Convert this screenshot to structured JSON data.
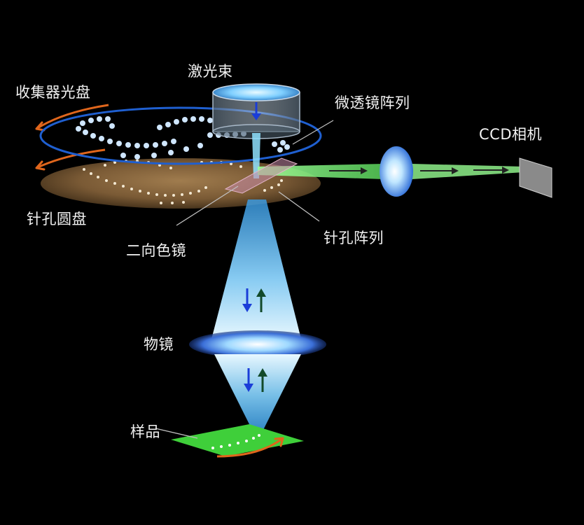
{
  "labels": {
    "laser_beam": "激光束",
    "collector_disk": "收集器光盘",
    "microlens_array": "微透镜阵列",
    "ccd_camera": "CCD相机",
    "pinhole_disk": "针孔圆盘",
    "pinhole_array": "针孔阵列",
    "dichroic_mirror": "二向色镜",
    "objective": "物镜",
    "sample": "样品"
  },
  "colors": {
    "background": "#000000",
    "laser_blue": "#7fd3ff",
    "emission_green": "#7dff7a",
    "pinhole_disk_brown": "#7a5a35",
    "sample_green": "#3fcf3a",
    "rotation_orange": "#e0661c",
    "disk_rim_blue": "#1f5fd0",
    "excitation_arrow": "#1a3dd8",
    "emission_arrow": "#124a2a"
  },
  "icons": {
    "rotation_arrows": "curved-arrow-icon",
    "direction_arrows": "up-down-arrow-icon"
  }
}
